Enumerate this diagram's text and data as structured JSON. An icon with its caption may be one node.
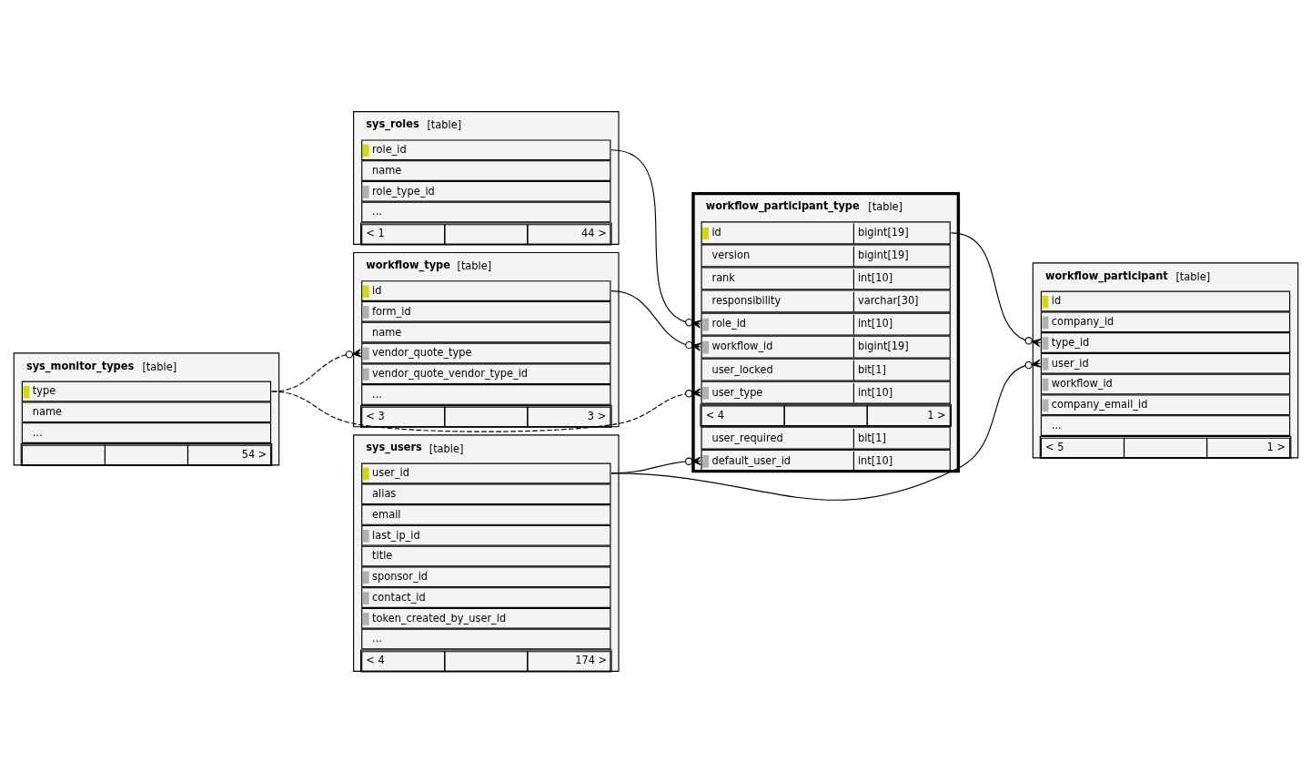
{
  "diagram": {
    "nodes": [
      {
        "text": [
          "sys_roles",
          "[table]"
        ]
      },
      {
        "text": [
          "role_id"
        ],
        "in": 0
      },
      {
        "text": [
          "name"
        ],
        "in": 0
      },
      {
        "text": [
          "role_type_id"
        ],
        "in": 0
      },
      {
        "text": [
          "..."
        ],
        "in": 0
      },
      {
        "text": [
          "< 1",
          "44 >"
        ],
        "in": 0
      },
      {
        "text": [
          "workflow_type",
          "[table]"
        ]
      },
      {
        "text": [
          "id"
        ],
        "in": 6
      },
      {
        "text": [
          "form_id"
        ],
        "in": 6
      },
      {
        "text": [
          "name"
        ],
        "in": 6
      },
      {
        "text": [
          "vendor_quote_type"
        ],
        "in": 6
      },
      {
        "text": [
          "vendor_quote_vendor_type_id"
        ],
        "in": 6
      },
      {
        "text": [
          "..."
        ],
        "in": 6
      },
      {
        "text": [
          "< 3",
          "3 >"
        ],
        "in": 6
      },
      {
        "text": [
          "sys_monitor_types",
          "[table]"
        ]
      },
      {
        "text": [
          "type"
        ],
        "in": 14
      },
      {
        "text": [
          "name"
        ],
        "in": 14
      },
      {
        "text": [
          "..."
        ],
        "in": 14
      },
      {
        "text": [
          "54 >"
        ],
        "in": 14
      },
      {
        "text": [
          "sys_users",
          "[table]"
        ]
      },
      {
        "text": [
          "user_id"
        ],
        "in": 19
      },
      {
        "text": [
          "alias"
        ],
        "in": 19
      },
      {
        "text": [
          "email"
        ],
        "in": 19
      },
      {
        "text": [
          "last_ip_id"
        ],
        "in": 19
      },
      {
        "text": [
          "title"
        ],
        "in": 19
      },
      {
        "text": [
          "sponsor_id"
        ],
        "in": 19
      },
      {
        "text": [
          "contact_id"
        ],
        "in": 19
      },
      {
        "text": [
          "token_created_by_user_id"
        ],
        "in": 19
      },
      {
        "text": [
          "..."
        ],
        "in": 19
      },
      {
        "text": [
          "< 4",
          "174 >"
        ],
        "in": 19
      },
      {
        "text": [
          "workflow_participant_type",
          "[table]"
        ]
      },
      {
        "text": [
          "id",
          "bigint[19]"
        ],
        "in": 30
      },
      {
        "text": [
          "version",
          "bigint[19]"
        ],
        "in": 30
      },
      {
        "text": [
          "rank",
          "int[10]"
        ],
        "in": 30
      },
      {
        "text": [
          "responsibility",
          "varchar[30]"
        ],
        "in": 30
      },
      {
        "text": [
          "role_id",
          "int[10]"
        ],
        "in": 30
      },
      {
        "text": [
          "workflow_id",
          "bigint[19]"
        ],
        "in": 30
      },
      {
        "text": [
          "user_required",
          "bit[1]"
        ],
        "in": 30
      },
      {
        "text": [
          "default_user_id",
          "int[10]"
        ],
        "in": 30
      },
      {
        "text": [
          "user_locked",
          "bit[1]"
        ],
        "in": 30
      },
      {
        "text": [
          "user_type",
          "int[10]"
        ],
        "in": 30
      },
      {
        "text": [
          "< 4",
          "1 >"
        ],
        "in": 30
      },
      {
        "text": [
          "workflow_participant",
          "[table]"
        ]
      },
      {
        "text": [
          "id"
        ],
        "in": 42
      },
      {
        "text": [
          "company_id"
        ],
        "in": 42
      },
      {
        "text": [
          "type_id"
        ],
        "in": 42
      },
      {
        "text": [
          "user_id"
        ],
        "in": 42
      },
      {
        "text": [
          "workflow_id"
        ],
        "in": 42
      },
      {
        "text": [
          "company_email_id"
        ],
        "in": 42
      },
      {
        "text": [
          "..."
        ],
        "in": 42
      },
      {
        "text": [
          "< 5",
          "1 >"
        ],
        "in": 42
      }
    ],
    "edges": [
      {
        "from": 1,
        "to": 35,
        "arrow": "other"
      },
      {
        "from": 7,
        "to": 36,
        "arrow": "other"
      },
      {
        "from": 20,
        "to": 38,
        "arrow": "other"
      },
      {
        "from": 20,
        "to": 46,
        "arrow": "other"
      },
      {
        "from": 31,
        "to": 45,
        "arrow": "other"
      },
      {
        "from": 15,
        "to": 10,
        "arrow": "other",
        "style": "dashed"
      },
      {
        "from": 15,
        "to": 40,
        "arrow": "other",
        "style": "dashed"
      }
    ]
  }
}
